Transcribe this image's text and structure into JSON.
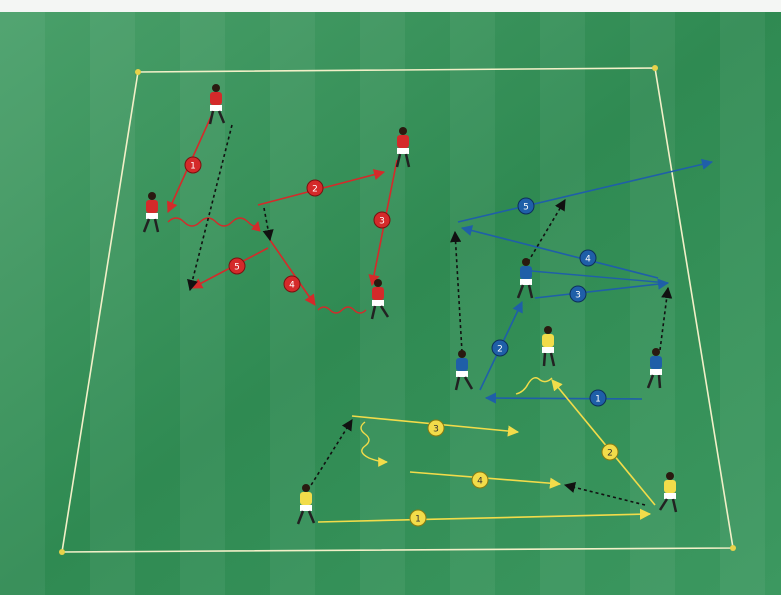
{
  "diagram": {
    "pitch": {
      "grass_light": "#3f9a5a",
      "grass_dark": "#2a7a46",
      "line_color": "#f2f0c8",
      "cone_color": "#e8d24a"
    },
    "groups": [
      {
        "id": "red",
        "color": "#d42a2a",
        "label_text_color": "#ffffff",
        "players": [
          "player",
          "player",
          "player",
          "player"
        ],
        "passes": [
          {
            "label": "1",
            "style": "solid"
          },
          {
            "label": "2",
            "style": "solid"
          },
          {
            "label": "3",
            "style": "solid"
          },
          {
            "label": "4",
            "style": "solid"
          },
          {
            "label": "5",
            "style": "solid"
          }
        ]
      },
      {
        "id": "blue",
        "color": "#1f5fa8",
        "label_text_color": "#ffffff",
        "players": [
          "player",
          "player",
          "player"
        ],
        "passes": [
          {
            "label": "1",
            "style": "solid"
          },
          {
            "label": "2",
            "style": "solid"
          },
          {
            "label": "3",
            "style": "solid"
          },
          {
            "label": "4",
            "style": "solid"
          },
          {
            "label": "5",
            "style": "solid"
          }
        ]
      },
      {
        "id": "yellow",
        "color": "#f2dc4a",
        "label_text_color": "#333333",
        "players": [
          "player",
          "player",
          "player"
        ],
        "passes": [
          {
            "label": "1",
            "style": "solid"
          },
          {
            "label": "2",
            "style": "solid"
          },
          {
            "label": "3",
            "style": "solid"
          },
          {
            "label": "4",
            "style": "solid"
          }
        ]
      }
    ],
    "legend_icons": [
      "pass-arrow-icon",
      "run-arrow-icon",
      "dribble-arrow-icon",
      "player-icon",
      "cone-icon"
    ]
  }
}
